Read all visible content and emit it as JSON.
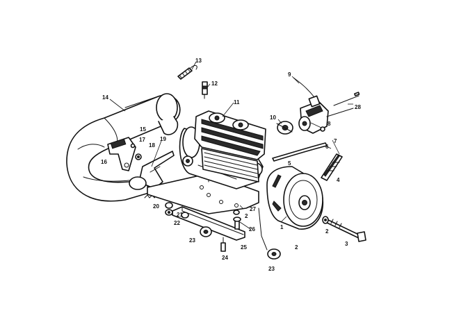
{
  "callouts": [
    {
      "id": "c1",
      "text": "1"
    },
    {
      "id": "c2a",
      "text": "2"
    },
    {
      "id": "c2b",
      "text": "2"
    },
    {
      "id": "c2c",
      "text": "2"
    },
    {
      "id": "c3",
      "text": "3"
    },
    {
      "id": "c4",
      "text": "4"
    },
    {
      "id": "c5",
      "text": "5"
    },
    {
      "id": "c6",
      "text": "6"
    },
    {
      "id": "c7",
      "text": "7"
    },
    {
      "id": "c8",
      "text": "8"
    },
    {
      "id": "c9",
      "text": "9"
    },
    {
      "id": "c10",
      "text": "10"
    },
    {
      "id": "c11",
      "text": "11"
    },
    {
      "id": "c12",
      "text": "12"
    },
    {
      "id": "c13",
      "text": "13"
    },
    {
      "id": "c14",
      "text": "14"
    },
    {
      "id": "c15",
      "text": "15"
    },
    {
      "id": "c16",
      "text": "16"
    },
    {
      "id": "c17",
      "text": "17"
    },
    {
      "id": "c18",
      "text": "18"
    },
    {
      "id": "c19",
      "text": "19"
    },
    {
      "id": "c20",
      "text": "20"
    },
    {
      "id": "c21",
      "text": "21"
    },
    {
      "id": "c22",
      "text": "22"
    },
    {
      "id": "c23a",
      "text": "23"
    },
    {
      "id": "c23b",
      "text": "23"
    },
    {
      "id": "c24",
      "text": "24"
    },
    {
      "id": "c25",
      "text": "25"
    },
    {
      "id": "c26",
      "text": "26"
    },
    {
      "id": "c27",
      "text": "27"
    },
    {
      "id": "c28",
      "text": "28"
    }
  ]
}
